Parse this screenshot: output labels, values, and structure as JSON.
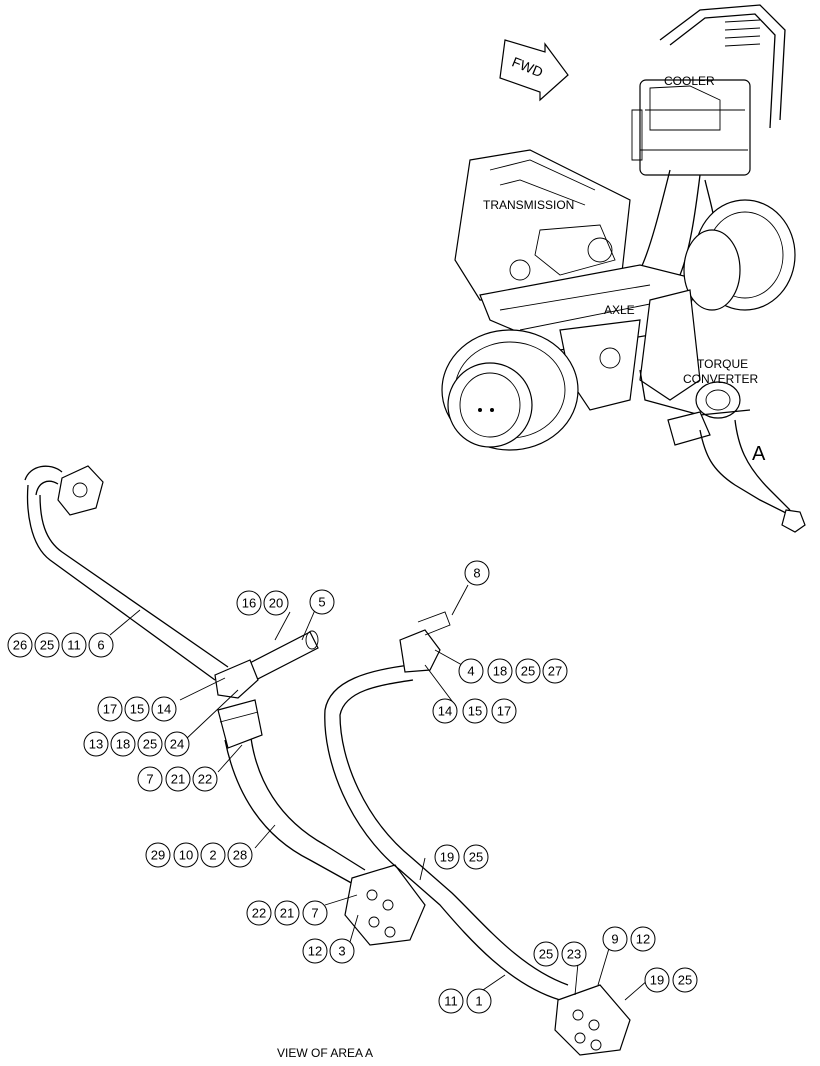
{
  "labels": {
    "fwd": "FWD",
    "cooler": "COOLER",
    "transmission": "TRANSMISSION",
    "axle": "AXLE",
    "torque_converter_line1": "TORQUE",
    "torque_converter_line2": "CONVERTER",
    "area_a": "A",
    "view_caption": "VIEW OF AREA  A"
  },
  "callouts": {
    "g1": [
      "26",
      "25",
      "11",
      "6"
    ],
    "g2": [
      "16",
      "20"
    ],
    "g3": [
      "5"
    ],
    "g4": [
      "17",
      "15",
      "14"
    ],
    "g5": [
      "13",
      "18",
      "25",
      "24"
    ],
    "g6": [
      "7",
      "21",
      "22"
    ],
    "g7": [
      "8"
    ],
    "g8": [
      "4",
      "18",
      "25",
      "27"
    ],
    "g9": [
      "14",
      "15",
      "17"
    ],
    "g10": [
      "29",
      "10",
      "2",
      "28"
    ],
    "g11": [
      "19",
      "25"
    ],
    "g12": [
      "22",
      "21",
      "7"
    ],
    "g13": [
      "12",
      "3"
    ],
    "g14": [
      "25",
      "23"
    ],
    "g15": [
      "9",
      "12"
    ],
    "g16": [
      "19",
      "25"
    ],
    "g17": [
      "11",
      "1"
    ]
  }
}
